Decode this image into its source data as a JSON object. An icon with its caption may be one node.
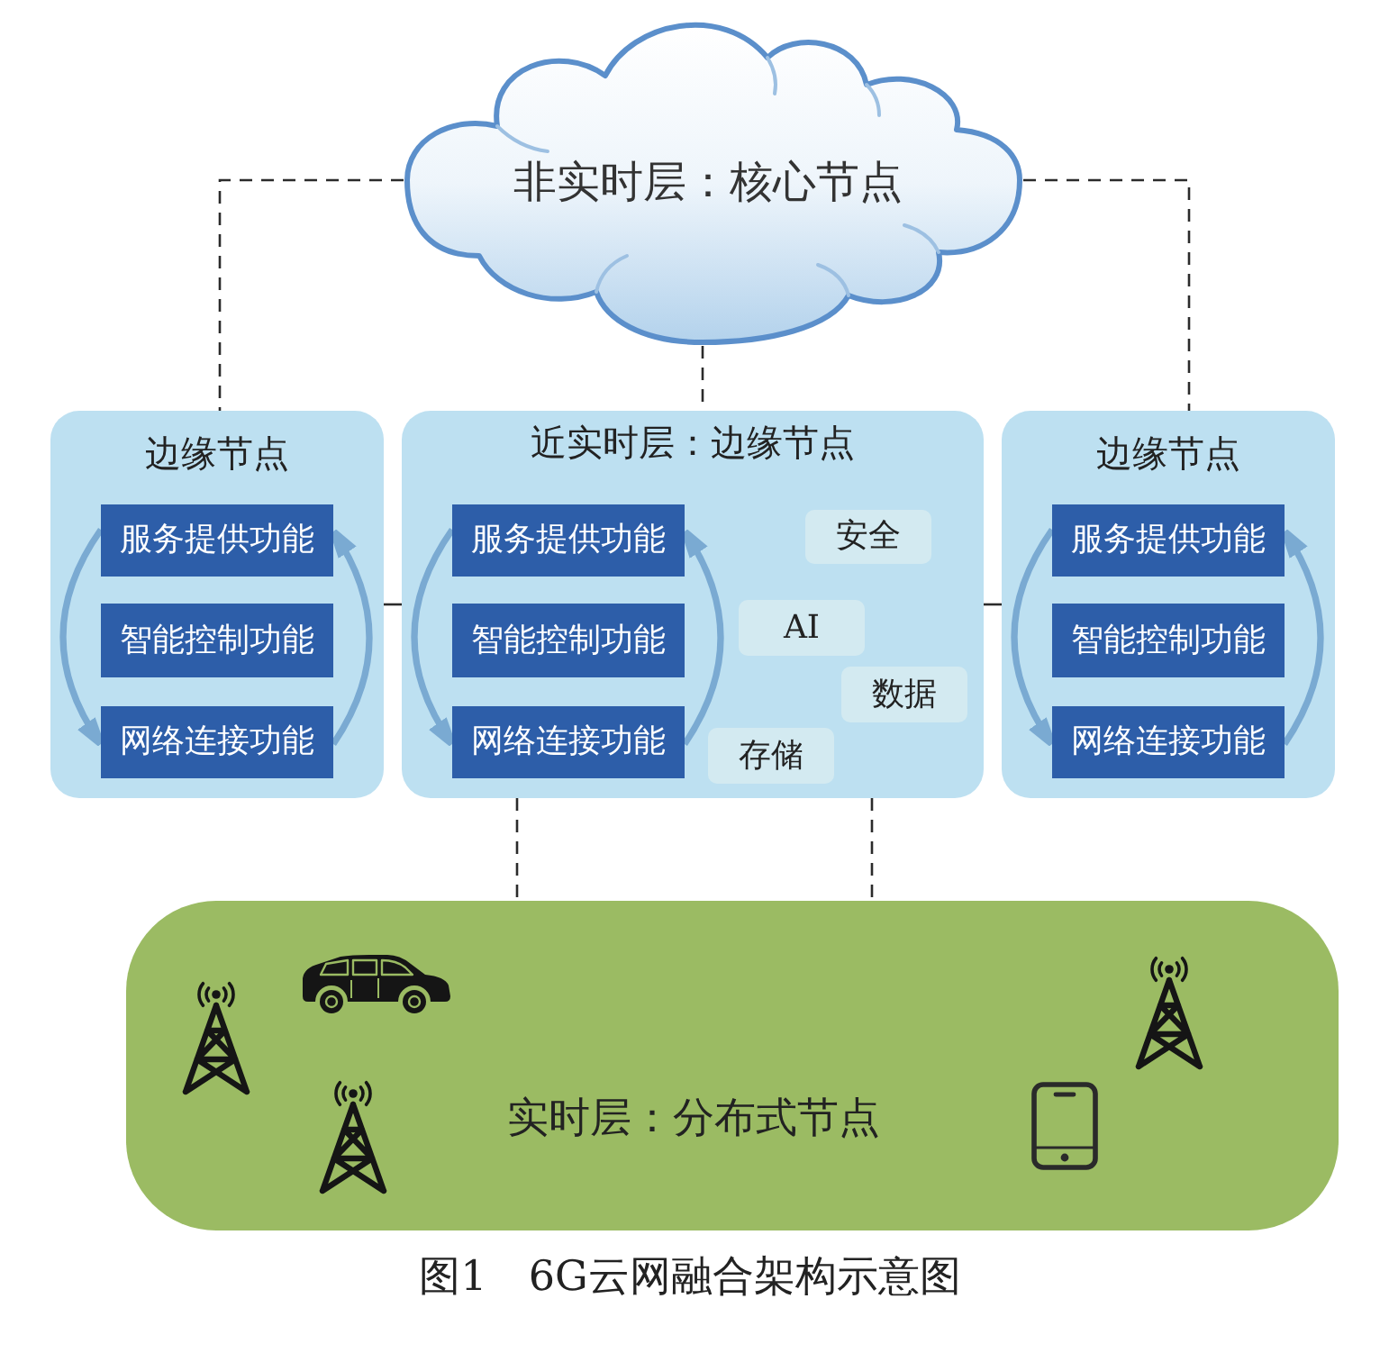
{
  "diagram": {
    "caption": "图1　6G云网融合架构示意图",
    "nodes": [
      {
        "text": [
          "非实时层：核心节点"
        ]
      },
      {
        "text": [
          "边缘节点"
        ]
      },
      {
        "text": [
          "服务提供功能"
        ],
        "in": 1
      },
      {
        "text": [
          "智能控制功能"
        ],
        "in": 1
      },
      {
        "text": [
          "网络连接功能"
        ],
        "in": 1
      },
      {
        "text": [
          "近实时层：边缘节点"
        ]
      },
      {
        "text": [
          "服务提供功能"
        ],
        "in": 5
      },
      {
        "text": [
          "智能控制功能"
        ],
        "in": 5
      },
      {
        "text": [
          "网络连接功能"
        ],
        "in": 5
      },
      {
        "text": [
          "安全"
        ],
        "in": 5
      },
      {
        "text": [
          "AI"
        ],
        "in": 5
      },
      {
        "text": [
          "数据"
        ],
        "in": 5
      },
      {
        "text": [
          "存储"
        ],
        "in": 5
      },
      {
        "text": [
          "边缘节点"
        ]
      },
      {
        "text": [
          "服务提供功能"
        ],
        "in": 13
      },
      {
        "text": [
          "智能控制功能"
        ],
        "in": 13
      },
      {
        "text": [
          "网络连接功能"
        ],
        "in": 13
      },
      {
        "text": [
          "实时层：分布式节点"
        ]
      }
    ],
    "edges": [
      {
        "from": 0,
        "to": 1,
        "arrow": "none",
        "style": "dashed"
      },
      {
        "from": 0,
        "to": 5,
        "arrow": "none",
        "style": "dashed"
      },
      {
        "from": 0,
        "to": 13,
        "arrow": "none",
        "style": "dashed"
      },
      {
        "from": 1,
        "to": 5,
        "arrow": "none"
      },
      {
        "from": 5,
        "to": 13,
        "arrow": "none"
      },
      {
        "from": 5,
        "to": 17,
        "arrow": "none",
        "style": "dashed"
      },
      {
        "from": 5,
        "to": 17,
        "arrow": "none",
        "style": "dashed"
      },
      {
        "from": 2,
        "to": 4,
        "arrow": "to",
        "style": "thick",
        "color": "#7aaad2"
      },
      {
        "from": 4,
        "to": 2,
        "arrow": "to",
        "style": "thick",
        "color": "#7aaad2"
      },
      {
        "from": 6,
        "to": 8,
        "arrow": "to",
        "style": "thick",
        "color": "#7aaad2"
      },
      {
        "from": 8,
        "to": 6,
        "arrow": "to",
        "style": "thick",
        "color": "#7aaad2"
      },
      {
        "from": 14,
        "to": 16,
        "arrow": "to",
        "style": "thick",
        "color": "#7aaad2"
      },
      {
        "from": 16,
        "to": 14,
        "arrow": "to",
        "style": "thick",
        "color": "#7aaad2"
      }
    ]
  }
}
